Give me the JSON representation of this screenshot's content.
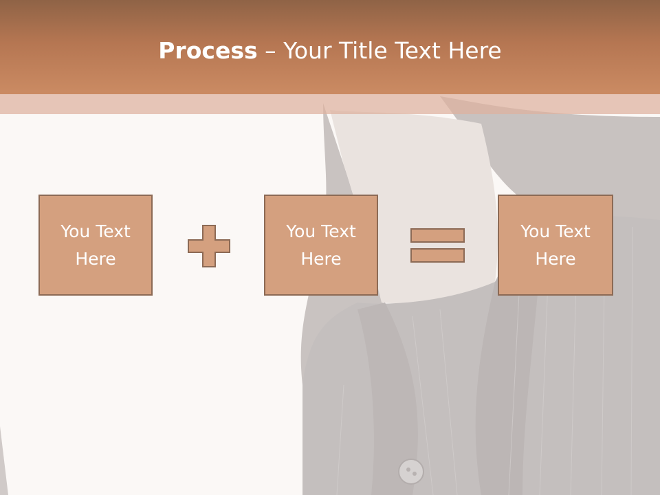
{
  "slide": {
    "title_bold": "Process",
    "title_rest": " – Your Title Text Here"
  },
  "process": {
    "boxes": [
      {
        "line1": "You Text",
        "line2": "Here"
      },
      {
        "line1": "You Text",
        "line2": "Here"
      },
      {
        "line1": "You Text",
        "line2": "Here"
      }
    ],
    "operators": [
      "plus-icon",
      "equals-icon"
    ]
  },
  "colors": {
    "title_bar": "#b57652",
    "box_fill": "#d4a07f",
    "box_border": "#8c6a55",
    "text": "#ffffff"
  }
}
